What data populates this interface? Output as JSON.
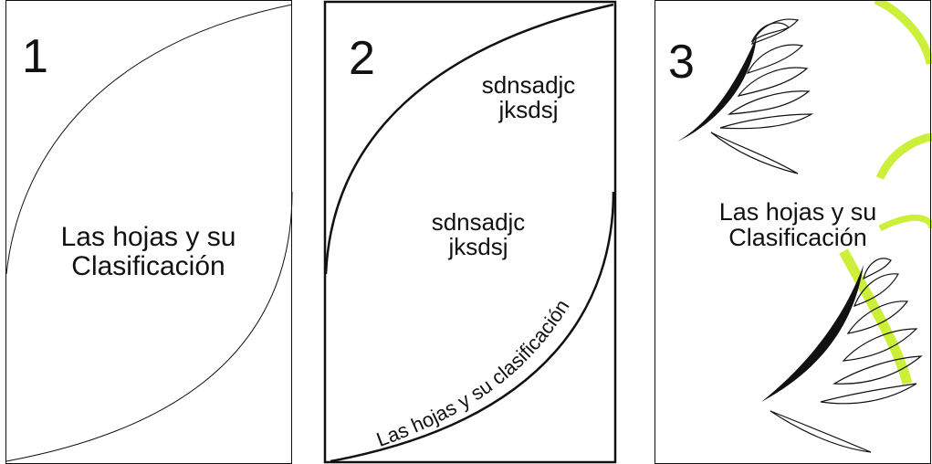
{
  "panels": [
    {
      "number": "1",
      "title_line1": "Las hojas y su",
      "title_line2": "Clasificación"
    },
    {
      "number": "2",
      "text_a_line1": "sdnsadjc",
      "text_a_line2": "jksdsj",
      "text_b_line1": "sdnsadjc",
      "text_b_line2": "jksdsj",
      "curved_text": "Las hojas y su clasificación"
    },
    {
      "number": "3",
      "title_line1": "Las hojas y su",
      "title_line2": "Clasificación"
    }
  ],
  "colors": {
    "line": "#111111",
    "accent": "#ccf03a"
  },
  "icons": [
    "leaf-curve-icon",
    "fern-frond-icon"
  ]
}
